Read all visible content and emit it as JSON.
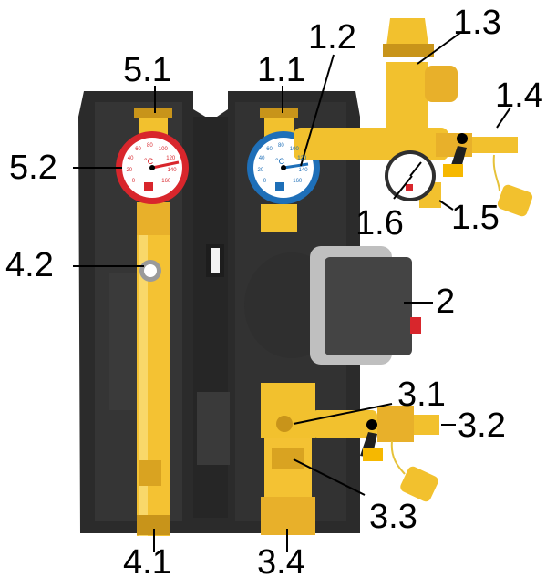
{
  "labels": {
    "l_5_1": "5.1",
    "l_1_1": "1.1",
    "l_1_2": "1.2",
    "l_1_3": "1.3",
    "l_1_4": "1.4",
    "l_5_2": "5.2",
    "l_1_6": "1.6",
    "l_1_5": "1.5",
    "l_4_2": "4.2",
    "l_2": "2",
    "l_3_1": "3.1",
    "l_3_2": "3.2",
    "l_3_3": "3.3",
    "l_4_1": "4.1",
    "l_3_4": "3.4"
  },
  "gauges": {
    "left_unit": "°C",
    "right_unit": "°C",
    "scale": [
      "0",
      "20",
      "40",
      "60",
      "80",
      "100",
      "120",
      "140",
      "160"
    ]
  },
  "colors": {
    "insulation": "#2b2b2b",
    "insulation_edge": "#3c3c3c",
    "brass": "#f2c12e",
    "brass_dark": "#c8941a",
    "hot": "#d8262c",
    "cold": "#1e6fb8",
    "pump_body": "#2f2f2f",
    "pump_head": "#444444",
    "silver": "#bfbfbf"
  },
  "icons": [
    "thermometer-icon",
    "pressure-gauge-icon",
    "pump-icon",
    "valve-handle-icon",
    "dust-cap-icon"
  ]
}
